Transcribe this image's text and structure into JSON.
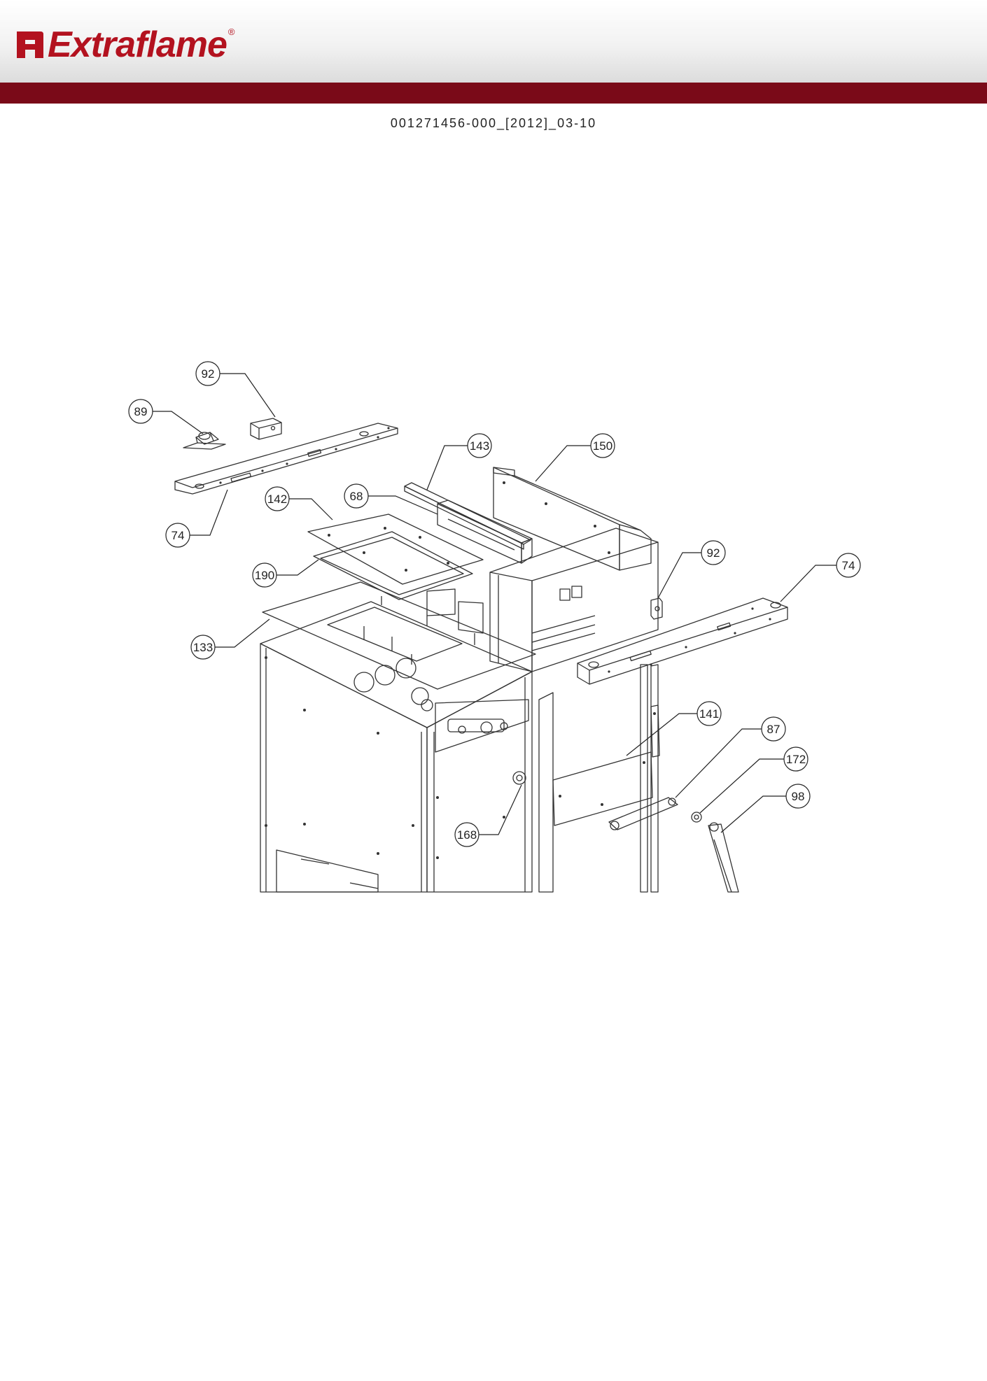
{
  "header": {
    "brand": "Extraflame",
    "registered_mark": "®",
    "logo_icon": "extraflame-logo-mark",
    "brand_color": "#b3121f",
    "bar_color": "#7a0a18"
  },
  "document": {
    "code": "001271456-000_[2012]_03-10"
  },
  "diagram": {
    "type": "exploded-parts-view",
    "part_numbers": [
      "92",
      "89",
      "74",
      "142",
      "68",
      "143",
      "150",
      "190",
      "133",
      "92",
      "74",
      "141",
      "87",
      "172",
      "98",
      "168"
    ]
  }
}
